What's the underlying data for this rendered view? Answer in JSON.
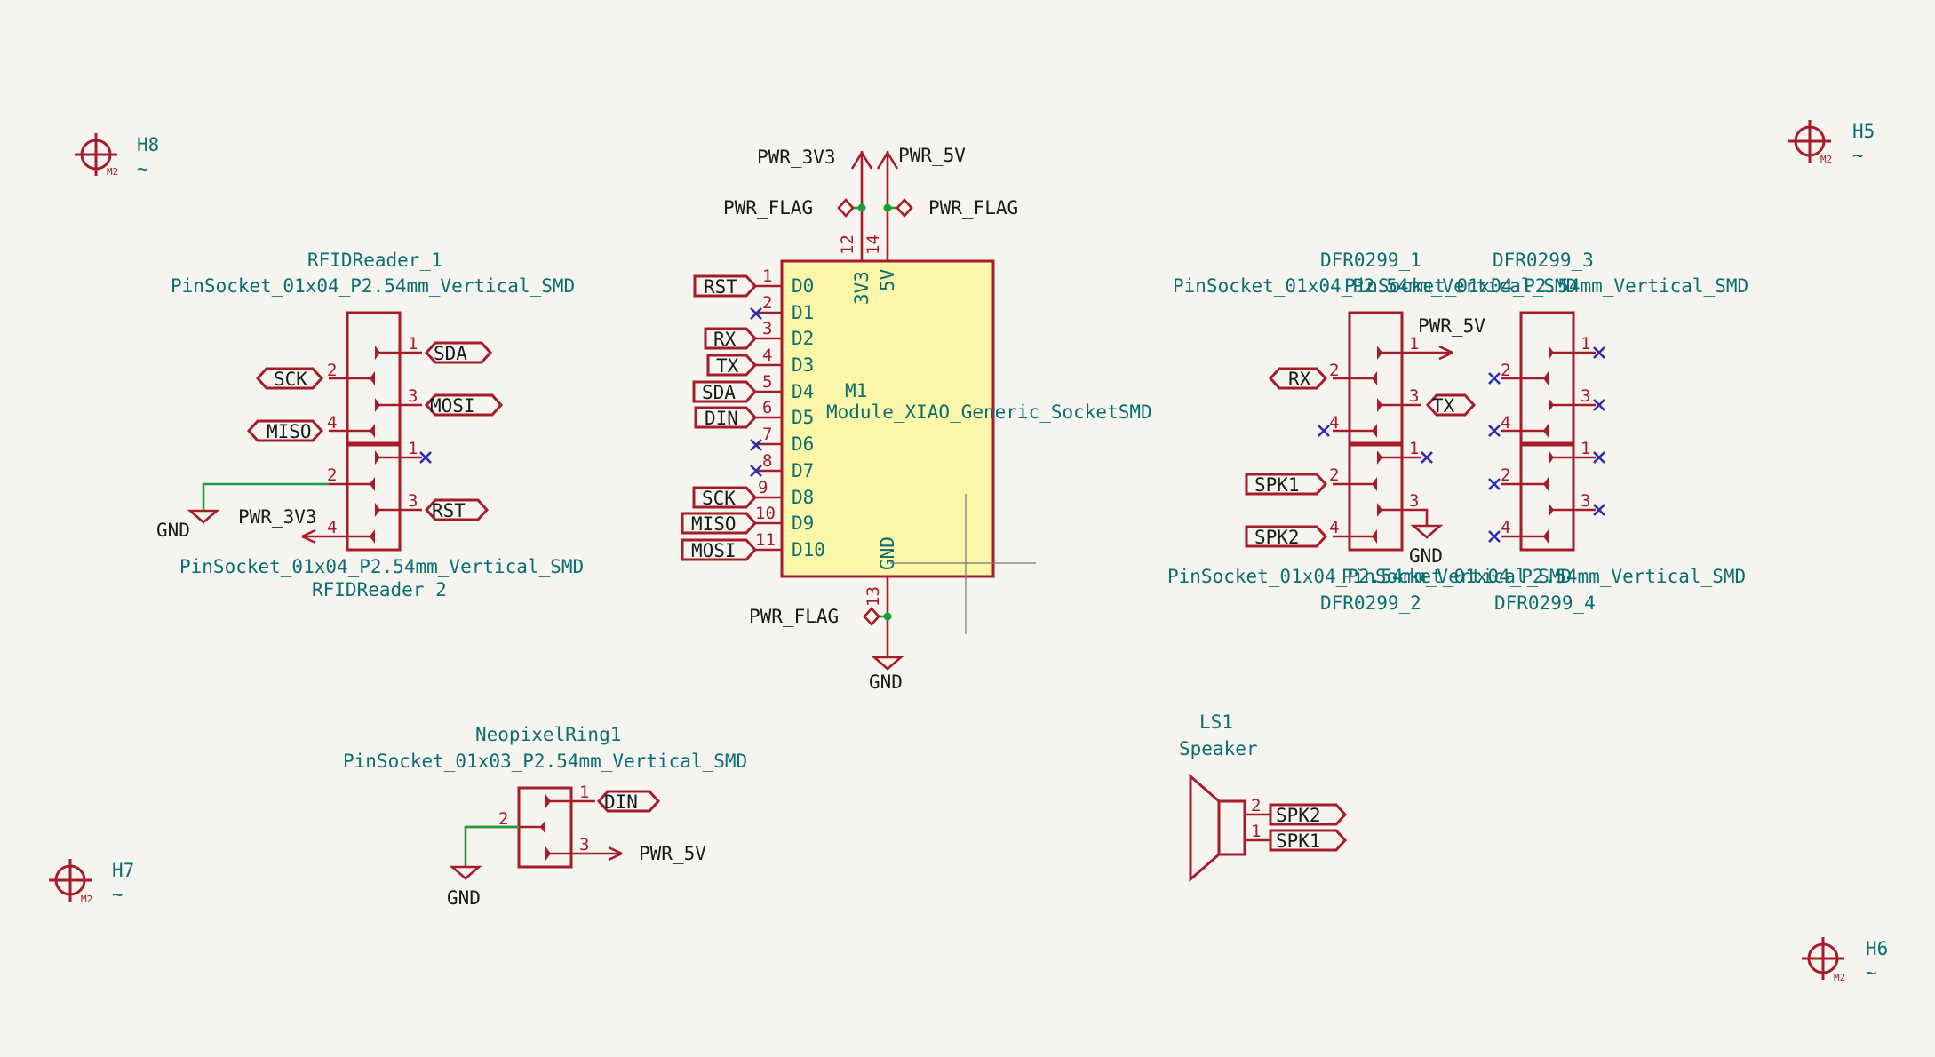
{
  "mounting_holes": [
    {
      "ref": "H8",
      "value": "~",
      "tag": "M2"
    },
    {
      "ref": "H5",
      "value": "~",
      "tag": "M2"
    },
    {
      "ref": "H7",
      "value": "~",
      "tag": "M2"
    },
    {
      "ref": "H6",
      "value": "~",
      "tag": "M2"
    }
  ],
  "power": {
    "pwr_3v3": "PWR_3V3",
    "pwr_5v": "PWR_5V",
    "pwr_flag": "PWR_FLAG",
    "gnd": "GND"
  },
  "module": {
    "ref": "M1",
    "value": "Module_XIAO_Generic_SocketSMD",
    "left_pins": [
      {
        "num": "1",
        "name": "D0",
        "label": "RST"
      },
      {
        "num": "2",
        "name": "D1",
        "label": ""
      },
      {
        "num": "3",
        "name": "D2",
        "label": "RX"
      },
      {
        "num": "4",
        "name": "D3",
        "label": "TX"
      },
      {
        "num": "5",
        "name": "D4",
        "label": "SDA"
      },
      {
        "num": "6",
        "name": "D5",
        "label": "DIN"
      },
      {
        "num": "7",
        "name": "D6",
        "label": ""
      },
      {
        "num": "8",
        "name": "D7",
        "label": ""
      },
      {
        "num": "9",
        "name": "D8",
        "label": "SCK"
      },
      {
        "num": "10",
        "name": "D9",
        "label": "MISO"
      },
      {
        "num": "11",
        "name": "D10",
        "label": "MOSI"
      }
    ],
    "top_pins": [
      {
        "num": "12",
        "name": "3V3"
      },
      {
        "num": "14",
        "name": "5V"
      }
    ],
    "bottom_pin": {
      "num": "13",
      "name": "GND"
    }
  },
  "rfid": {
    "ref1": "RFIDReader_1",
    "ref2": "RFIDReader_2",
    "footprint": "PinSocket_01x04_P2.54mm_Vertical_SMD",
    "labels": {
      "sda": "SDA",
      "sck": "SCK",
      "mosi": "MOSI",
      "miso": "MISO",
      "rst": "RST"
    },
    "pins": [
      "1",
      "2",
      "3",
      "4"
    ]
  },
  "dfr": {
    "ref1": "DFR0299_1",
    "ref3": "DFR0299_3",
    "ref2": "DFR0299_2",
    "ref4": "DFR0299_4",
    "fp_top_left": "PinSocket_01x04_P2.54mm_Vertical_SMD",
    "fp_top_right": "PinSocket_01x04_P2.54mm_Vertical_SMD",
    "fp_bottom_left": "PinSocket_01x04_P2.54mm_Vertical_SMD",
    "fp_bottom_right": "PinSocket_01x04_P2.54mm_Vertical_SMD",
    "labels": {
      "rx": "RX",
      "tx": "TX",
      "spk1": "SPK1",
      "spk2": "SPK2"
    }
  },
  "neopixel": {
    "ref": "NeopixelRing1",
    "footprint": "PinSocket_01x03_P2.54mm_Vertical_SMD",
    "label": "DIN",
    "pins": [
      "1",
      "2",
      "3"
    ]
  },
  "speaker": {
    "ref": "LS1",
    "value": "Speaker",
    "pins": [
      {
        "num": "2",
        "label": "SPK2"
      },
      {
        "num": "1",
        "label": "SPK1"
      }
    ]
  },
  "colors": {
    "background": "#f5f4ef",
    "symbol": "#a61c2a",
    "reference_text": "#0a6e73",
    "wire": "#1e9e36",
    "no_connect": "#2c2cb0",
    "ic_fill": "#fbf6a8"
  }
}
